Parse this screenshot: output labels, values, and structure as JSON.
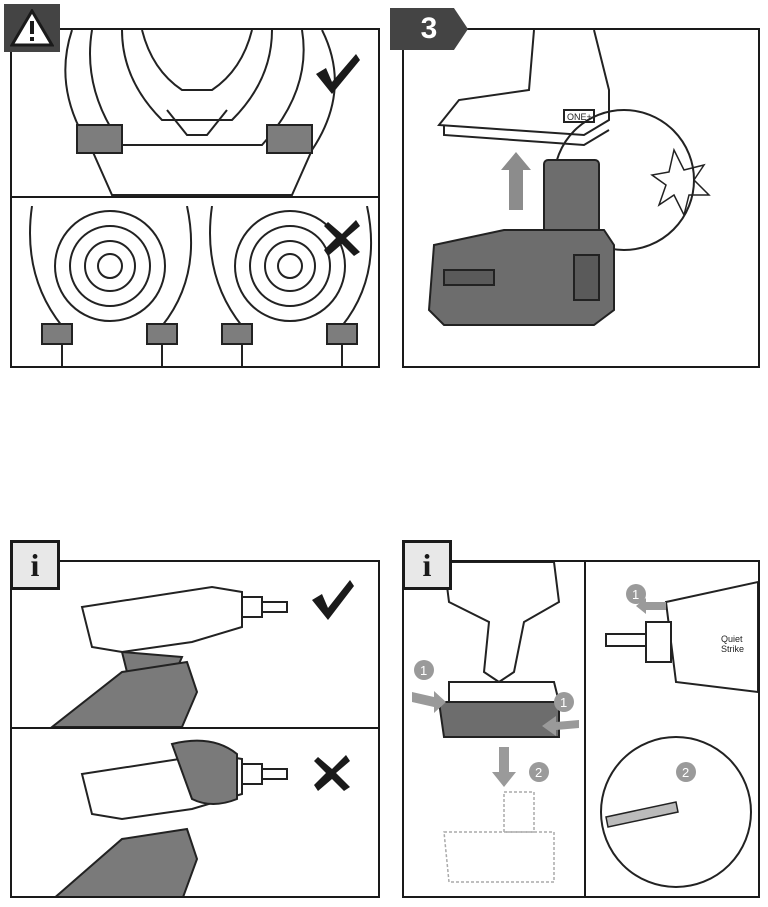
{
  "panels": {
    "warning": {
      "badge": "!",
      "badge_icon": "warning-triangle-icon"
    },
    "step3": {
      "badge": "3",
      "battery_label": "ONE+"
    },
    "info_left": {
      "badge": "i"
    },
    "info_right": {
      "badge": "i",
      "callout_1": "1",
      "callout_1b": "1",
      "callout_2": "2",
      "callout_r1": "1",
      "callout_r2": "2",
      "brand_text_1": "Quiet",
      "brand_text_2": "Strike"
    }
  },
  "colors": {
    "badge_dark": "#444444",
    "check_dark": "#1a1a1a",
    "arrow_gray": "#9a9a9a",
    "glove_gray": "#7a7a7a",
    "battery_gray": "#6d6d6d"
  }
}
